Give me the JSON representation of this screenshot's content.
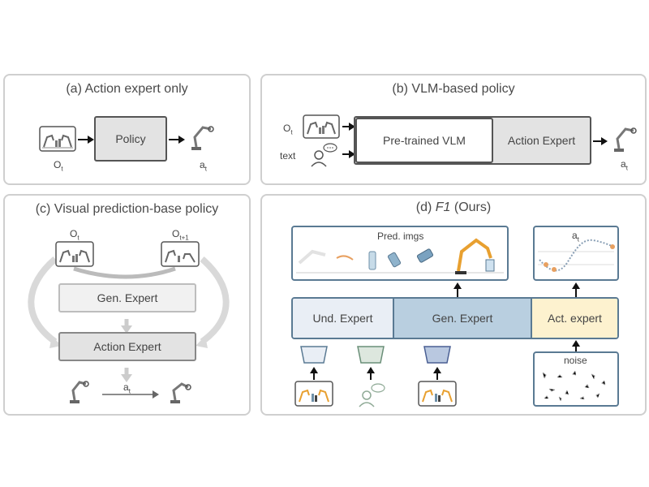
{
  "panels": {
    "a": {
      "title": "(a) Action expert only",
      "policy": "Policy",
      "obs": "O",
      "obs_sub": "t",
      "act": "a",
      "act_sub": "t"
    },
    "b": {
      "title": "(b) VLM-based policy",
      "obs": "O",
      "obs_sub": "t",
      "text": "text",
      "vlm": "Pre-trained VLM",
      "action_expert": "Action Expert",
      "act": "a",
      "act_sub": "t"
    },
    "c": {
      "title": "(c) Visual prediction-base policy",
      "obs_t": "O",
      "obs_t_sub": "t",
      "obs_t1": "O",
      "obs_t1_sub": "t+1",
      "gen_expert": "Gen. Expert",
      "action_expert": "Action Expert",
      "act": "a",
      "act_sub": "t"
    },
    "d": {
      "title_prefix": "(d) ",
      "title_em": "F1",
      "title_suffix": " (Ours)",
      "pred_imgs": "Pred. imgs",
      "act": "a",
      "act_sub": "t",
      "und_expert": "Und. Expert",
      "gen_expert": "Gen. Expert",
      "act_expert": "Act. expert",
      "noise": "noise"
    }
  },
  "colors": {
    "border": "#cfcfcf",
    "und": "#e9eef5",
    "gen": "#b9cfe0",
    "act": "#fdf2cf",
    "dark_border": "#5a7a93"
  }
}
